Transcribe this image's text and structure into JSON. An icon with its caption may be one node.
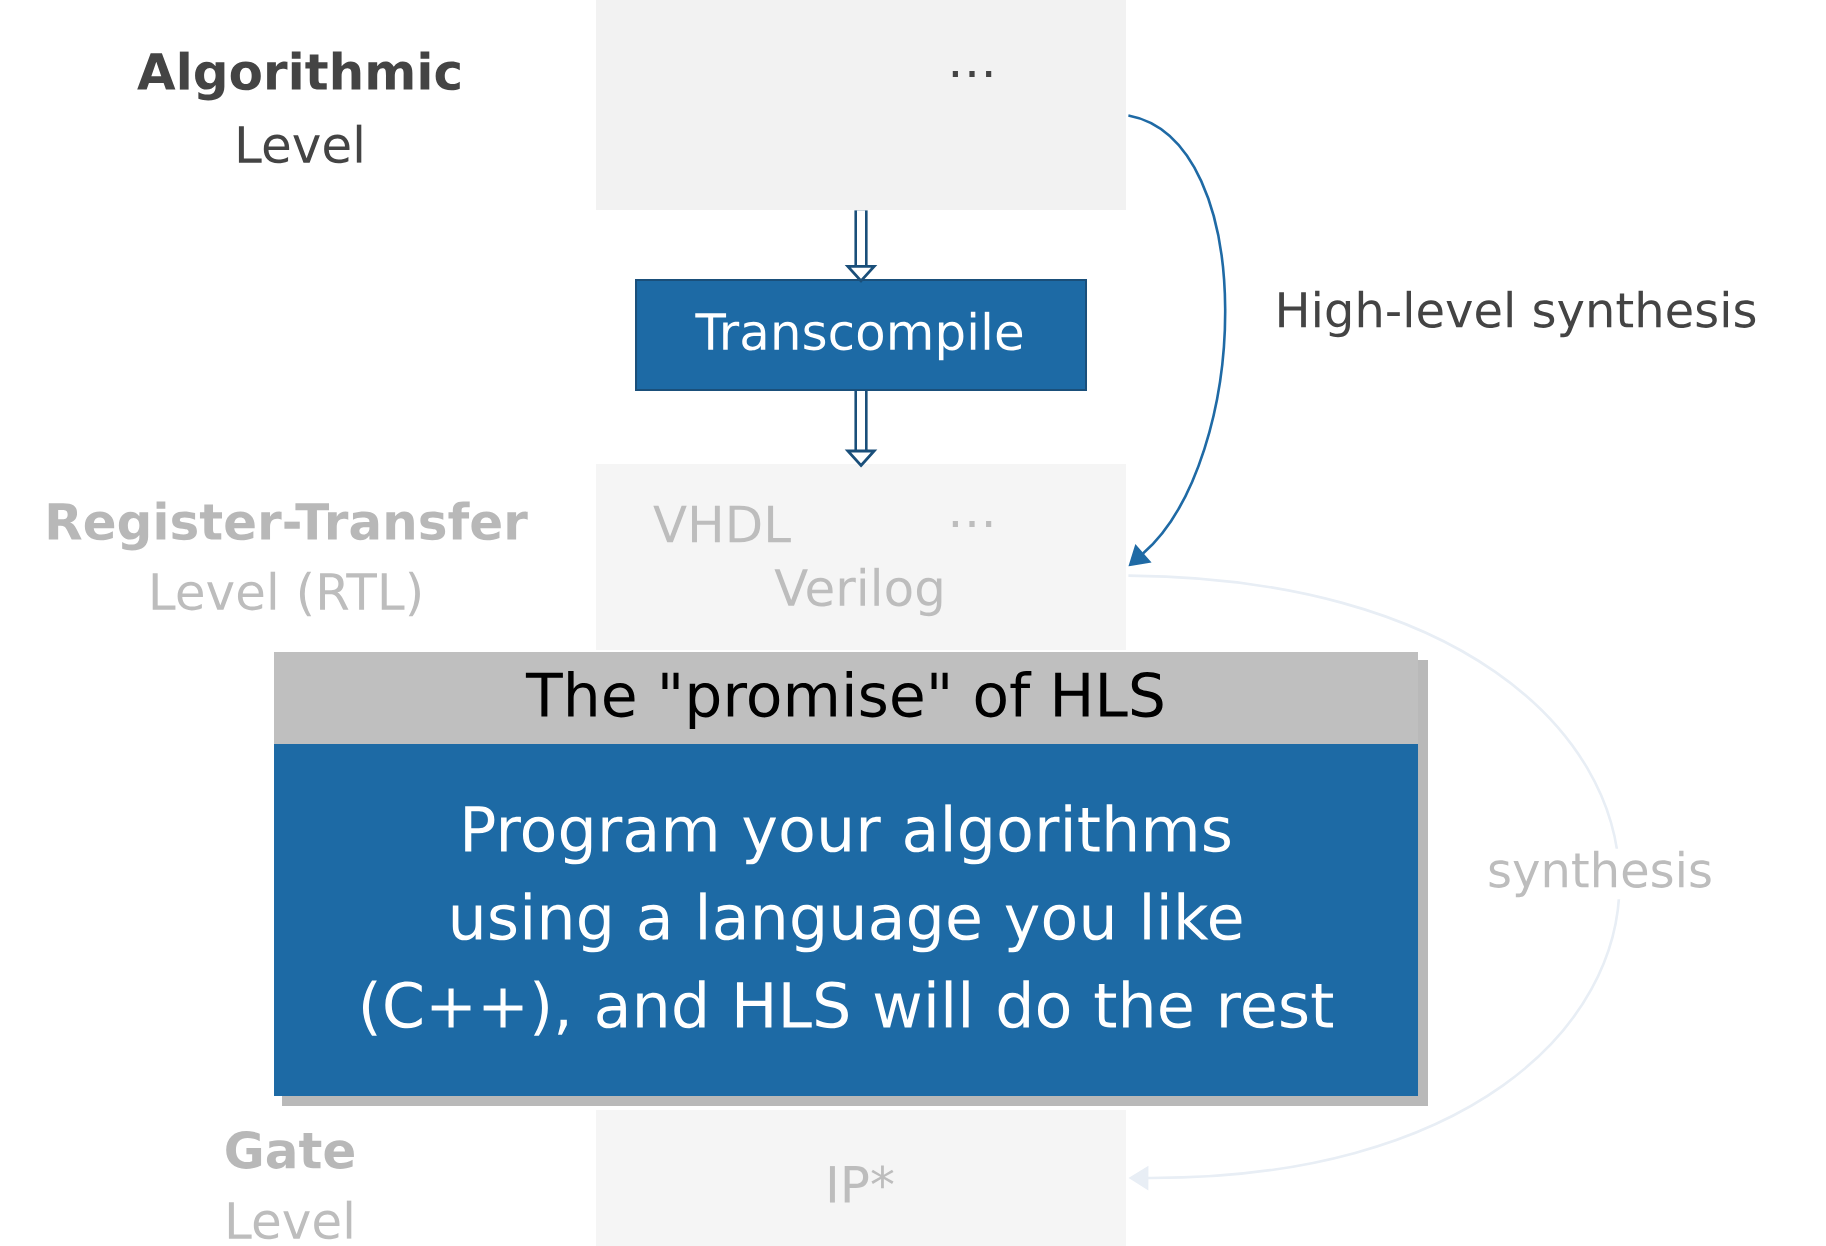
{
  "diagram": {
    "nodes": [
      {
        "text": [
          "…"
        ]
      },
      {
        "text": [
          "Transcompile"
        ]
      },
      {
        "text": [
          "VHDL",
          "…",
          "Verilog"
        ]
      },
      {
        "text": [
          "IP*"
        ]
      },
      {
        "text": [
          "The \"promise\" of HLS",
          "Program your algorithms using a language you like (C++), and HLS will do the rest"
        ]
      }
    ],
    "edges": [
      {
        "from": 0,
        "to": 1,
        "arrow": "to",
        "style": "thick"
      },
      {
        "from": 1,
        "to": 2,
        "arrow": "to",
        "style": "thick"
      },
      {
        "from": 0,
        "to": 2,
        "arrow": "to",
        "label": "High-level synthesis",
        "color": "#1f6aa5"
      },
      {
        "from": 2,
        "to": 3,
        "arrow": "to",
        "label": "synthesis",
        "color": "#e8eef5"
      }
    ],
    "labels": [
      "Algorithmic",
      "Level",
      "Register-Transfer",
      "Level (RTL)",
      "Gate",
      "Level"
    ]
  }
}
